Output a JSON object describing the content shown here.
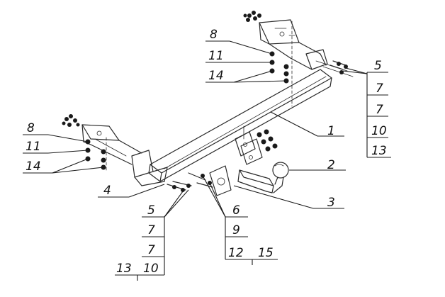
{
  "callouts": {
    "c1": "1",
    "c2": "2",
    "c3": "3",
    "c4": "4",
    "right_top": [
      "5",
      "7",
      "7",
      "10",
      "13"
    ],
    "left_top": [
      "8",
      "11",
      "14"
    ],
    "left_mid": [
      "8",
      "11",
      "14"
    ],
    "bottom_left": [
      "5",
      "7",
      "7"
    ],
    "bottom_left_last": [
      "13",
      "10"
    ],
    "bottom_mid": [
      "6",
      "9"
    ],
    "bottom_mid_last": [
      "12",
      "15"
    ]
  },
  "icons": {
    "tow_bar": "tow-bar-crossbeam",
    "tow_ball": "tow-ball-icon",
    "bracket": "mounting-bracket-icon"
  }
}
